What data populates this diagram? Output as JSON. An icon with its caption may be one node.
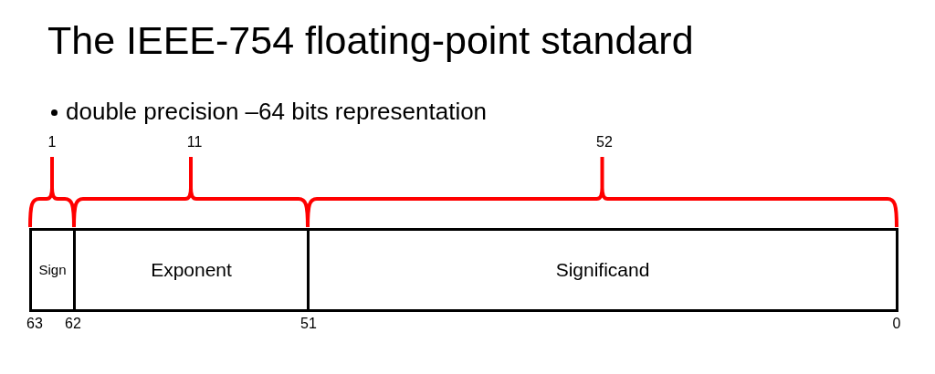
{
  "diagram": {
    "title": "The IEEE-754 floating-point standard",
    "nodes": [
      {
        "text": [
          "Sign"
        ]
      },
      {
        "text": [
          "Exponent"
        ]
      },
      {
        "text": [
          "Significand"
        ]
      }
    ],
    "labels": [
      "double precision –64 bits representation",
      "1",
      "11",
      "52",
      "63",
      "62",
      "51",
      "0"
    ]
  }
}
